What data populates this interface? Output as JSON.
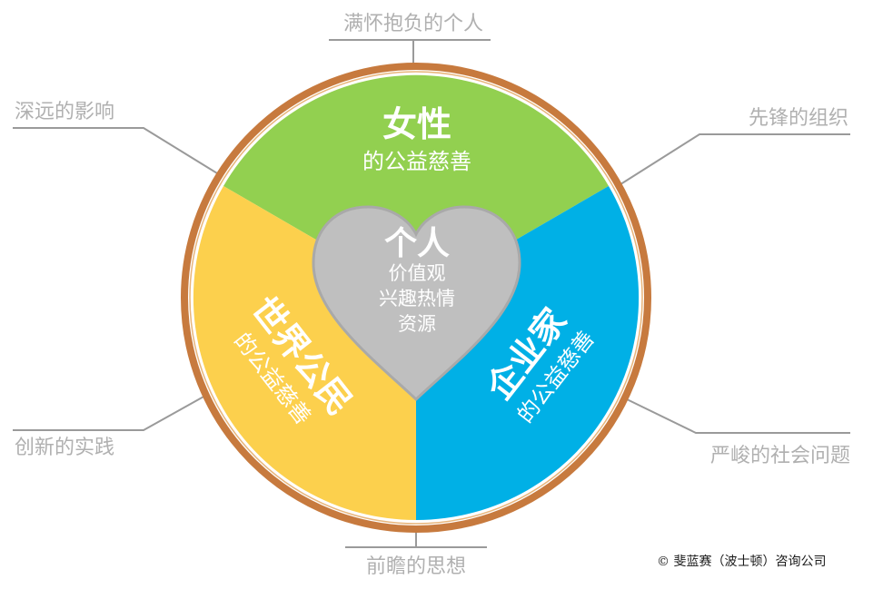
{
  "outer_labels": {
    "top": "满怀抱负的个人",
    "upper_left": "深远的影响",
    "upper_right": "先锋的组织",
    "lower_left": "创新的实践",
    "lower_right": "严峻的社会问题",
    "bottom": "前瞻的思想"
  },
  "segments": {
    "women": {
      "title": "女性",
      "subtitle": "的公益慈善",
      "color": "#92d050"
    },
    "global_citizen": {
      "title": "世界公民",
      "subtitle": "的公益慈善",
      "color": "#fcd04d"
    },
    "entrepreneur": {
      "title": "企业家",
      "subtitle": "的公益慈善",
      "color": "#00b0e6"
    }
  },
  "heart": {
    "title": "个人",
    "lines": [
      "价值观",
      "兴趣热情",
      "资源"
    ],
    "color": "#bfbfbf"
  },
  "ring_color": "#c77a3e",
  "copyright": "© 斐蓝赛（波士顿）咨询公司"
}
